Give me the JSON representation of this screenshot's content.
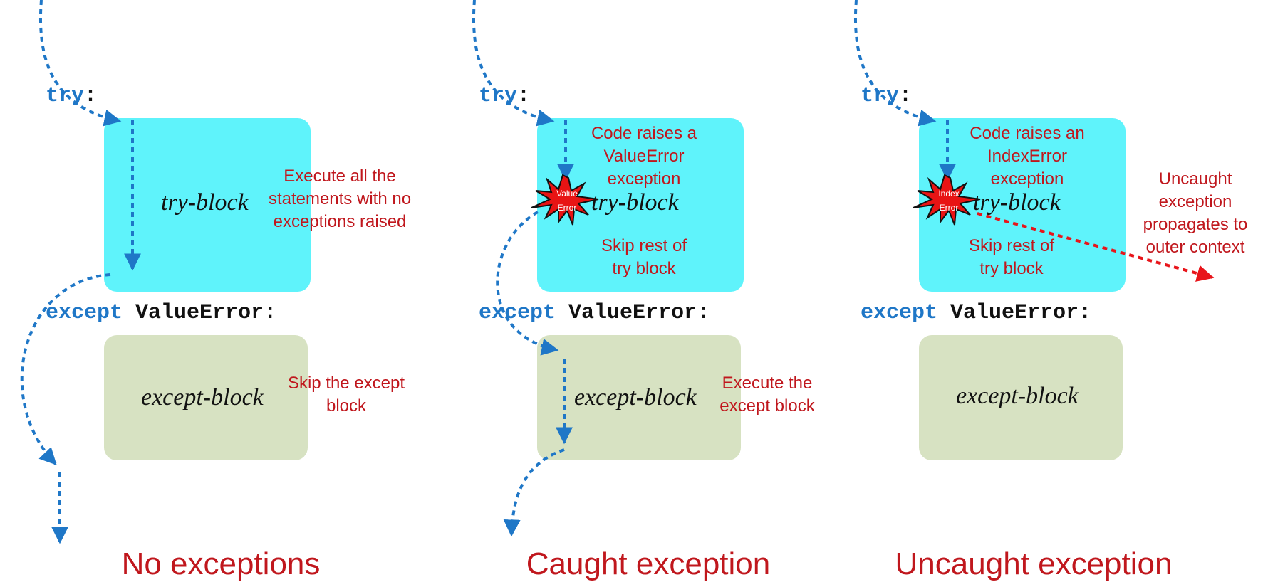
{
  "panels": [
    {
      "try_keyword": "try",
      "try_colon": ":",
      "try_block_label": "try-block",
      "except_keyword": "except",
      "except_exception": "ValueError:",
      "except_block_label": "except-block",
      "note_try": [
        "Execute all the",
        "statements with no",
        "exceptions raised"
      ],
      "note_except": [
        "Skip the except",
        "block"
      ],
      "caption": "No exceptions"
    },
    {
      "try_keyword": "try",
      "try_colon": ":",
      "try_block_label": "try-block",
      "raise_note": [
        "Code raises a",
        "ValueError",
        "exception"
      ],
      "skip_note": [
        "Skip rest of",
        "try block"
      ],
      "burst_label": [
        "Value",
        "Error"
      ],
      "except_keyword": "except",
      "except_exception": "ValueError:",
      "except_block_label": "except-block",
      "note_except": [
        "Execute the",
        "except block"
      ],
      "caption": "Caught exception"
    },
    {
      "try_keyword": "try",
      "try_colon": ":",
      "try_block_label": "try-block",
      "raise_note": [
        "Code raises an",
        "IndexError",
        "exception"
      ],
      "skip_note": [
        "Skip rest of",
        "try block"
      ],
      "burst_label": [
        "Index",
        "Error"
      ],
      "propagate_note": [
        "Uncaught",
        "exception",
        "propagates to",
        "outer context"
      ],
      "except_keyword": "except",
      "except_exception": "ValueError:",
      "except_block_label": "except-block",
      "caption": "Uncaught exception"
    }
  ],
  "colors": {
    "try_block": "#5ff3fb",
    "except_block": "#d7e2c2",
    "flow_arrow": "#1f77c7",
    "propagate_arrow": "#e8141a",
    "note_text": "#c0171d",
    "burst_fill": "#e81414"
  }
}
